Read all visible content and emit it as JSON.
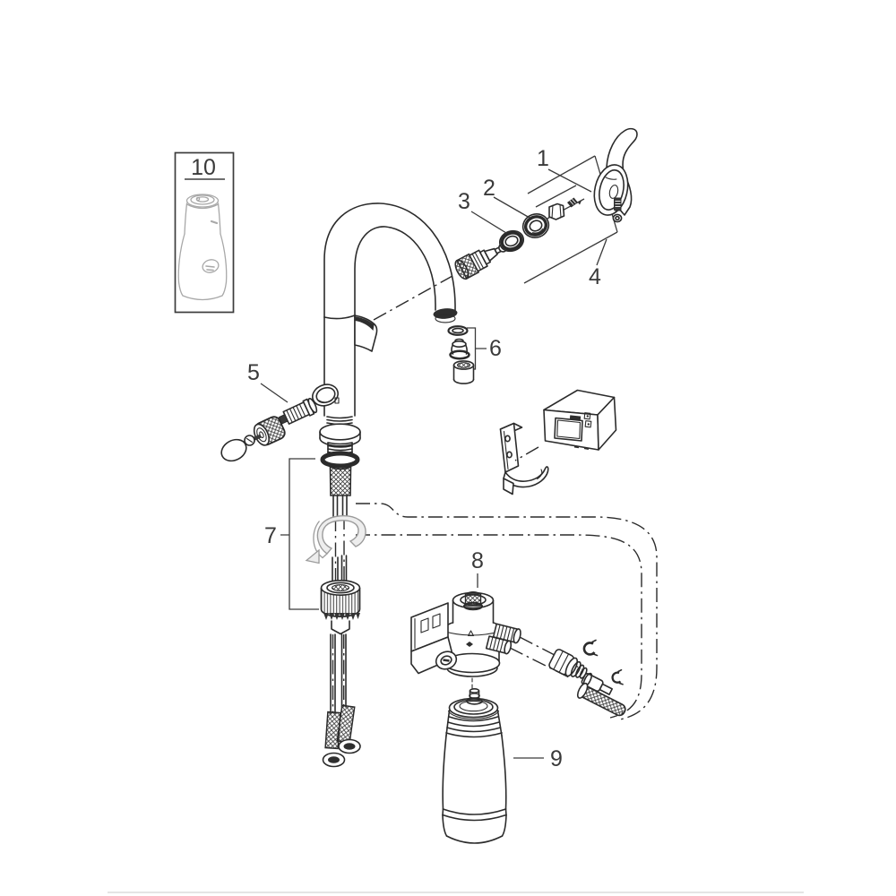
{
  "diagram_title": "faucet-filter-exploded-parts-diagram",
  "callouts": {
    "c1": "1",
    "c2": "2",
    "c3": "3",
    "c4": "4",
    "c5": "5",
    "c6": "6",
    "c7": "7",
    "c8": "8",
    "c9": "9",
    "c10": "10"
  },
  "colors": {
    "line": "#2b2b2b",
    "label": "#3a3a3a",
    "bottle_gray": "#a8a8a8",
    "plate_fill": "#ededed",
    "plate_stroke": "#9b9b9b",
    "divider": "#dcdcdc",
    "dark": "#2e2e2e",
    "background": "#ffffff"
  }
}
